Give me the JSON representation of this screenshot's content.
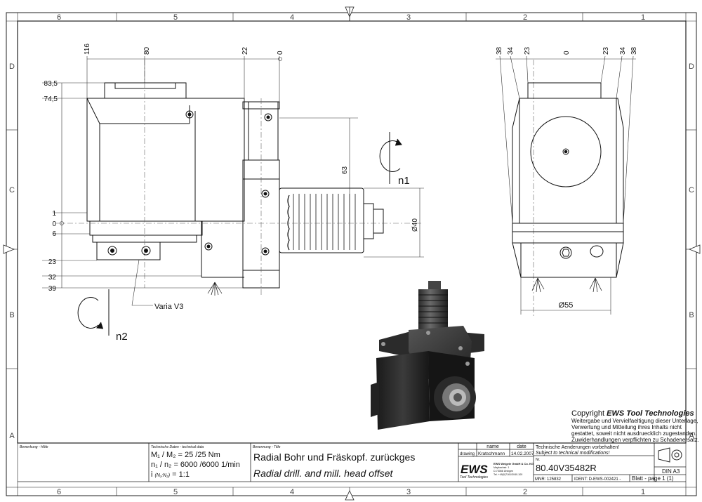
{
  "border": {
    "columns_top": [
      "6",
      "5",
      "4",
      "3",
      "2",
      "1"
    ],
    "columns_bottom": [
      "6",
      "5",
      "4",
      "3",
      "2",
      "1"
    ],
    "rows": [
      "D",
      "C",
      "B",
      "A"
    ]
  },
  "side_view": {
    "top_dims": [
      "116",
      "80",
      "22",
      "0"
    ],
    "left_dims": [
      "83,5",
      "74,5",
      "1",
      "0",
      "6",
      "23",
      "32",
      "39"
    ],
    "dim_63": "63",
    "dim_d40": "Ø40",
    "n1": "n1",
    "n2": "n2",
    "varia": "Varia V3"
  },
  "front_view": {
    "top_dims": [
      "38",
      "34",
      "23",
      "0",
      "23",
      "34",
      "38"
    ],
    "dim_d55": "Ø55"
  },
  "copyright": {
    "title_prefix": "Copyright ",
    "title_brand": "EWS Tool Technologies",
    "lines": [
      "Weitergabe und Vervielfaeltigung dieser Unterlage,",
      "Verwertung und Mitteilung ihres Inhalts nicht",
      "gestattet, soweit nicht ausdruecklich zugestanden.",
      "Zuwiderhandlungen verpflichten zu Schadenersatz."
    ]
  },
  "title_block": {
    "remark_label": "Bemerkung - Höfe",
    "tech_label": "Technische Daten - technical data",
    "tech_line1": "M₁ / M₂ = 25  /25  Nm",
    "tech_line2": "n₁ / n₂ = 6000 /6000  1/min",
    "tech_line3_a": "i  ",
    "tech_line3_b": "(N₁:N₂)",
    "tech_line3_c": " = 1:1",
    "name_label": "Benennung - Title",
    "title_de": "Radial Bohr und Fräskopf. zurückges",
    "title_en": "Radial drill. and mill. head offset",
    "col_name": "name",
    "col_date": "date",
    "row_drawing": "drawing",
    "drawer": "Kratschmann",
    "date": "14.02.2007",
    "logo": "EWS",
    "logo_sub": "Tool Technologies",
    "company_lines": [
      "EWS Weigele GmbH & Co. KG",
      "Maybachstr. 1",
      "D-73066 Uhingen",
      "Tel. +49(0)7161/3040-100"
    ],
    "change_de": "Technische Aenderungen vorbehalten!",
    "change_en": "Subject to technical modifications!",
    "nr_label": "Nr.",
    "number": "80.40V35482R",
    "mnr": "MNR: 125832",
    "ident": "IDENT: D-EWS-002421 -",
    "sheet": "Blatt - page  1 (1)",
    "format": "DIN A3"
  }
}
